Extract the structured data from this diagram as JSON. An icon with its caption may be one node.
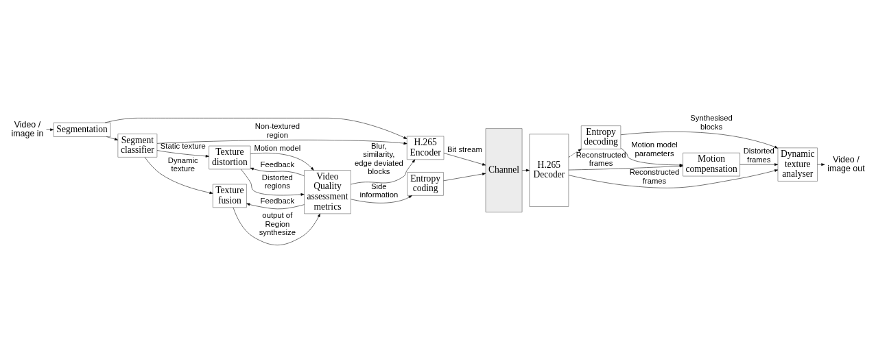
{
  "diagram": {
    "nodes": [
      {
        "text": [
          "Video / image in"
        ]
      },
      {
        "text": [
          "Segmentation"
        ]
      },
      {
        "text": [
          "Segment classifier"
        ]
      },
      {
        "text": [
          "H.265 Encoder"
        ]
      },
      {
        "text": [
          "Texture distortion"
        ]
      },
      {
        "text": [
          "Texture fusion"
        ]
      },
      {
        "text": [
          "Video Quality assessment metrics"
        ]
      },
      {
        "text": [
          "Entropy coding"
        ]
      },
      {
        "text": [
          "Channel"
        ]
      },
      {
        "text": [
          "H.265 Decoder"
        ]
      },
      {
        "text": [
          "Entropy decoding"
        ]
      },
      {
        "text": [
          "Motion compensation"
        ]
      },
      {
        "text": [
          "Dynamic texture analyser"
        ]
      },
      {
        "text": [
          "Video / image out"
        ]
      }
    ],
    "edges": [
      {
        "from": 0,
        "to": 1,
        "arrow": "to"
      },
      {
        "from": 1,
        "to": 3,
        "arrow": "to"
      },
      {
        "from": 1,
        "to": 2,
        "arrow": "to"
      },
      {
        "from": 2,
        "to": 3,
        "arrow": "to",
        "label": "Non-textured region"
      },
      {
        "from": 2,
        "to": 5,
        "arrow": "to",
        "label": "Dynamic texture"
      },
      {
        "from": 2,
        "to": 4,
        "arrow": "to",
        "label": "Static texture"
      },
      {
        "from": 4,
        "to": 6,
        "arrow": "to",
        "label": "Distorted regions"
      },
      {
        "from": 4,
        "to": 6,
        "arrow": "to",
        "label": "Motion model"
      },
      {
        "from": 6,
        "to": 4,
        "arrow": "to",
        "label": "Feedback"
      },
      {
        "from": 5,
        "to": 6,
        "arrow": "to",
        "label": "output of Region synthesize"
      },
      {
        "from": 6,
        "to": 5,
        "arrow": "to",
        "label": "Feedback"
      },
      {
        "from": 6,
        "to": 3,
        "arrow": "to",
        "label": "Blur, similarity, edge deviated blocks"
      },
      {
        "from": 6,
        "to": 7,
        "arrow": "to",
        "label": "Side information"
      },
      {
        "from": 3,
        "to": 8,
        "arrow": "to",
        "label": "Bit stream"
      },
      {
        "from": 7,
        "to": 8,
        "arrow": "to"
      },
      {
        "from": 8,
        "to": 9,
        "arrow": "to"
      },
      {
        "from": 9,
        "to": 10,
        "arrow": "to",
        "style": "dashed"
      },
      {
        "from": 9,
        "to": 11,
        "arrow": "to",
        "label": "Reconstructed frames"
      },
      {
        "from": 10,
        "to": 11,
        "arrow": "to",
        "label": "Motion model parameters"
      },
      {
        "from": 10,
        "to": 12,
        "arrow": "to",
        "label": "Synthesised blocks"
      },
      {
        "from": 9,
        "to": 12,
        "arrow": "to",
        "label": "Reconstructed frames"
      },
      {
        "from": 11,
        "to": 12,
        "arrow": "to",
        "label": "Distorted frames"
      },
      {
        "from": 12,
        "to": 13,
        "arrow": "to"
      }
    ]
  }
}
